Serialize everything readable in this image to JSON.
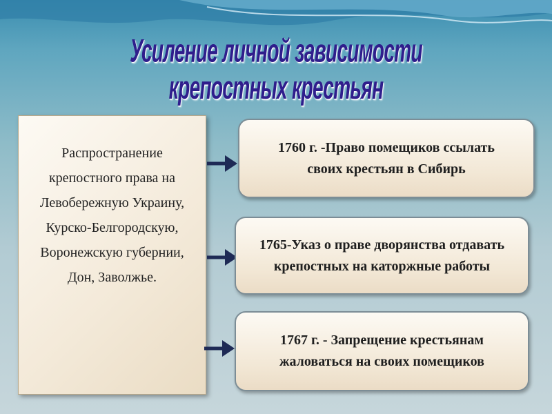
{
  "title": "Усиление личной зависимости  крепостных крестьян",
  "left_text": "Распространение крепостного права на Левобережную Украину, Курско-Белгородскую, Воронежскую губернии, Дон, Заволжье.",
  "items": [
    {
      "text": "1760 г. -Право помещиков ссылать своих крестьян в Сибирь"
    },
    {
      "text": "1765-Указ о праве дворянства отдавать крепостных на каторжные работы"
    },
    {
      "text": "1767 г. - Запрещение крестьянам жаловаться на своих помещиков"
    }
  ],
  "colors": {
    "title": "#2f1e8c",
    "arrow": "#1e2a55"
  }
}
